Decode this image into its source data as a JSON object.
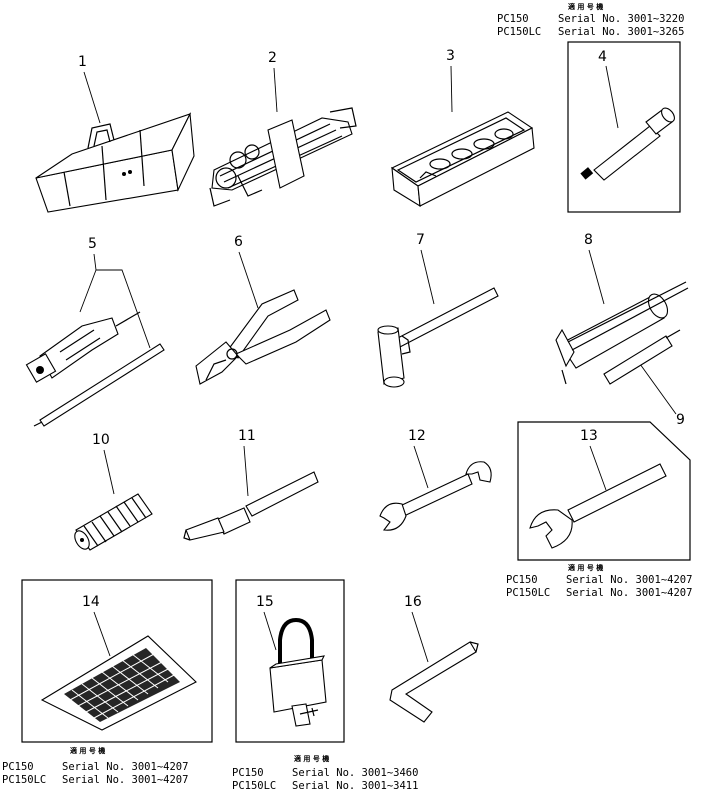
{
  "part_numbers": [
    "1",
    "2",
    "3",
    "4",
    "5",
    "6",
    "7",
    "8",
    "9",
    "10",
    "11",
    "12",
    "13",
    "14",
    "15",
    "16"
  ],
  "applicability_header": "適 用 号 機",
  "notes": {
    "item4": [
      {
        "model": "PC150",
        "serial": "Serial No. 3001~3220"
      },
      {
        "model": "PC150LC",
        "serial": "Serial No. 3001~3265"
      }
    ],
    "item13": [
      {
        "model": "PC150",
        "serial": "Serial  No.  3001~4207"
      },
      {
        "model": "PC150LC",
        "serial": "Serial  No.  3001~4207"
      }
    ],
    "item14": [
      {
        "model": "PC150",
        "serial": "Serial  No.  3001~4207"
      },
      {
        "model": "PC150LC",
        "serial": "Serial  No.  3001~4207"
      }
    ],
    "item15": [
      {
        "model": "PC150",
        "serial": "Serial  No.  3001~3460"
      },
      {
        "model": "PC150LC",
        "serial": "Serial  No.  3001~3411"
      }
    ]
  },
  "icons": [
    "tool-bag-icon",
    "wrench-set-icon",
    "socket-set-case-icon",
    "extension-bar-icon",
    "screwdriver-icon",
    "pliers-icon",
    "hammer-icon",
    "grease-gun-icon",
    "grease-nozzle-icon",
    "spring-icon",
    "pry-bar-icon",
    "open-end-wrench-icon",
    "large-wrench-icon",
    "filter-screen-icon",
    "padlock-icon",
    "hex-key-icon"
  ]
}
